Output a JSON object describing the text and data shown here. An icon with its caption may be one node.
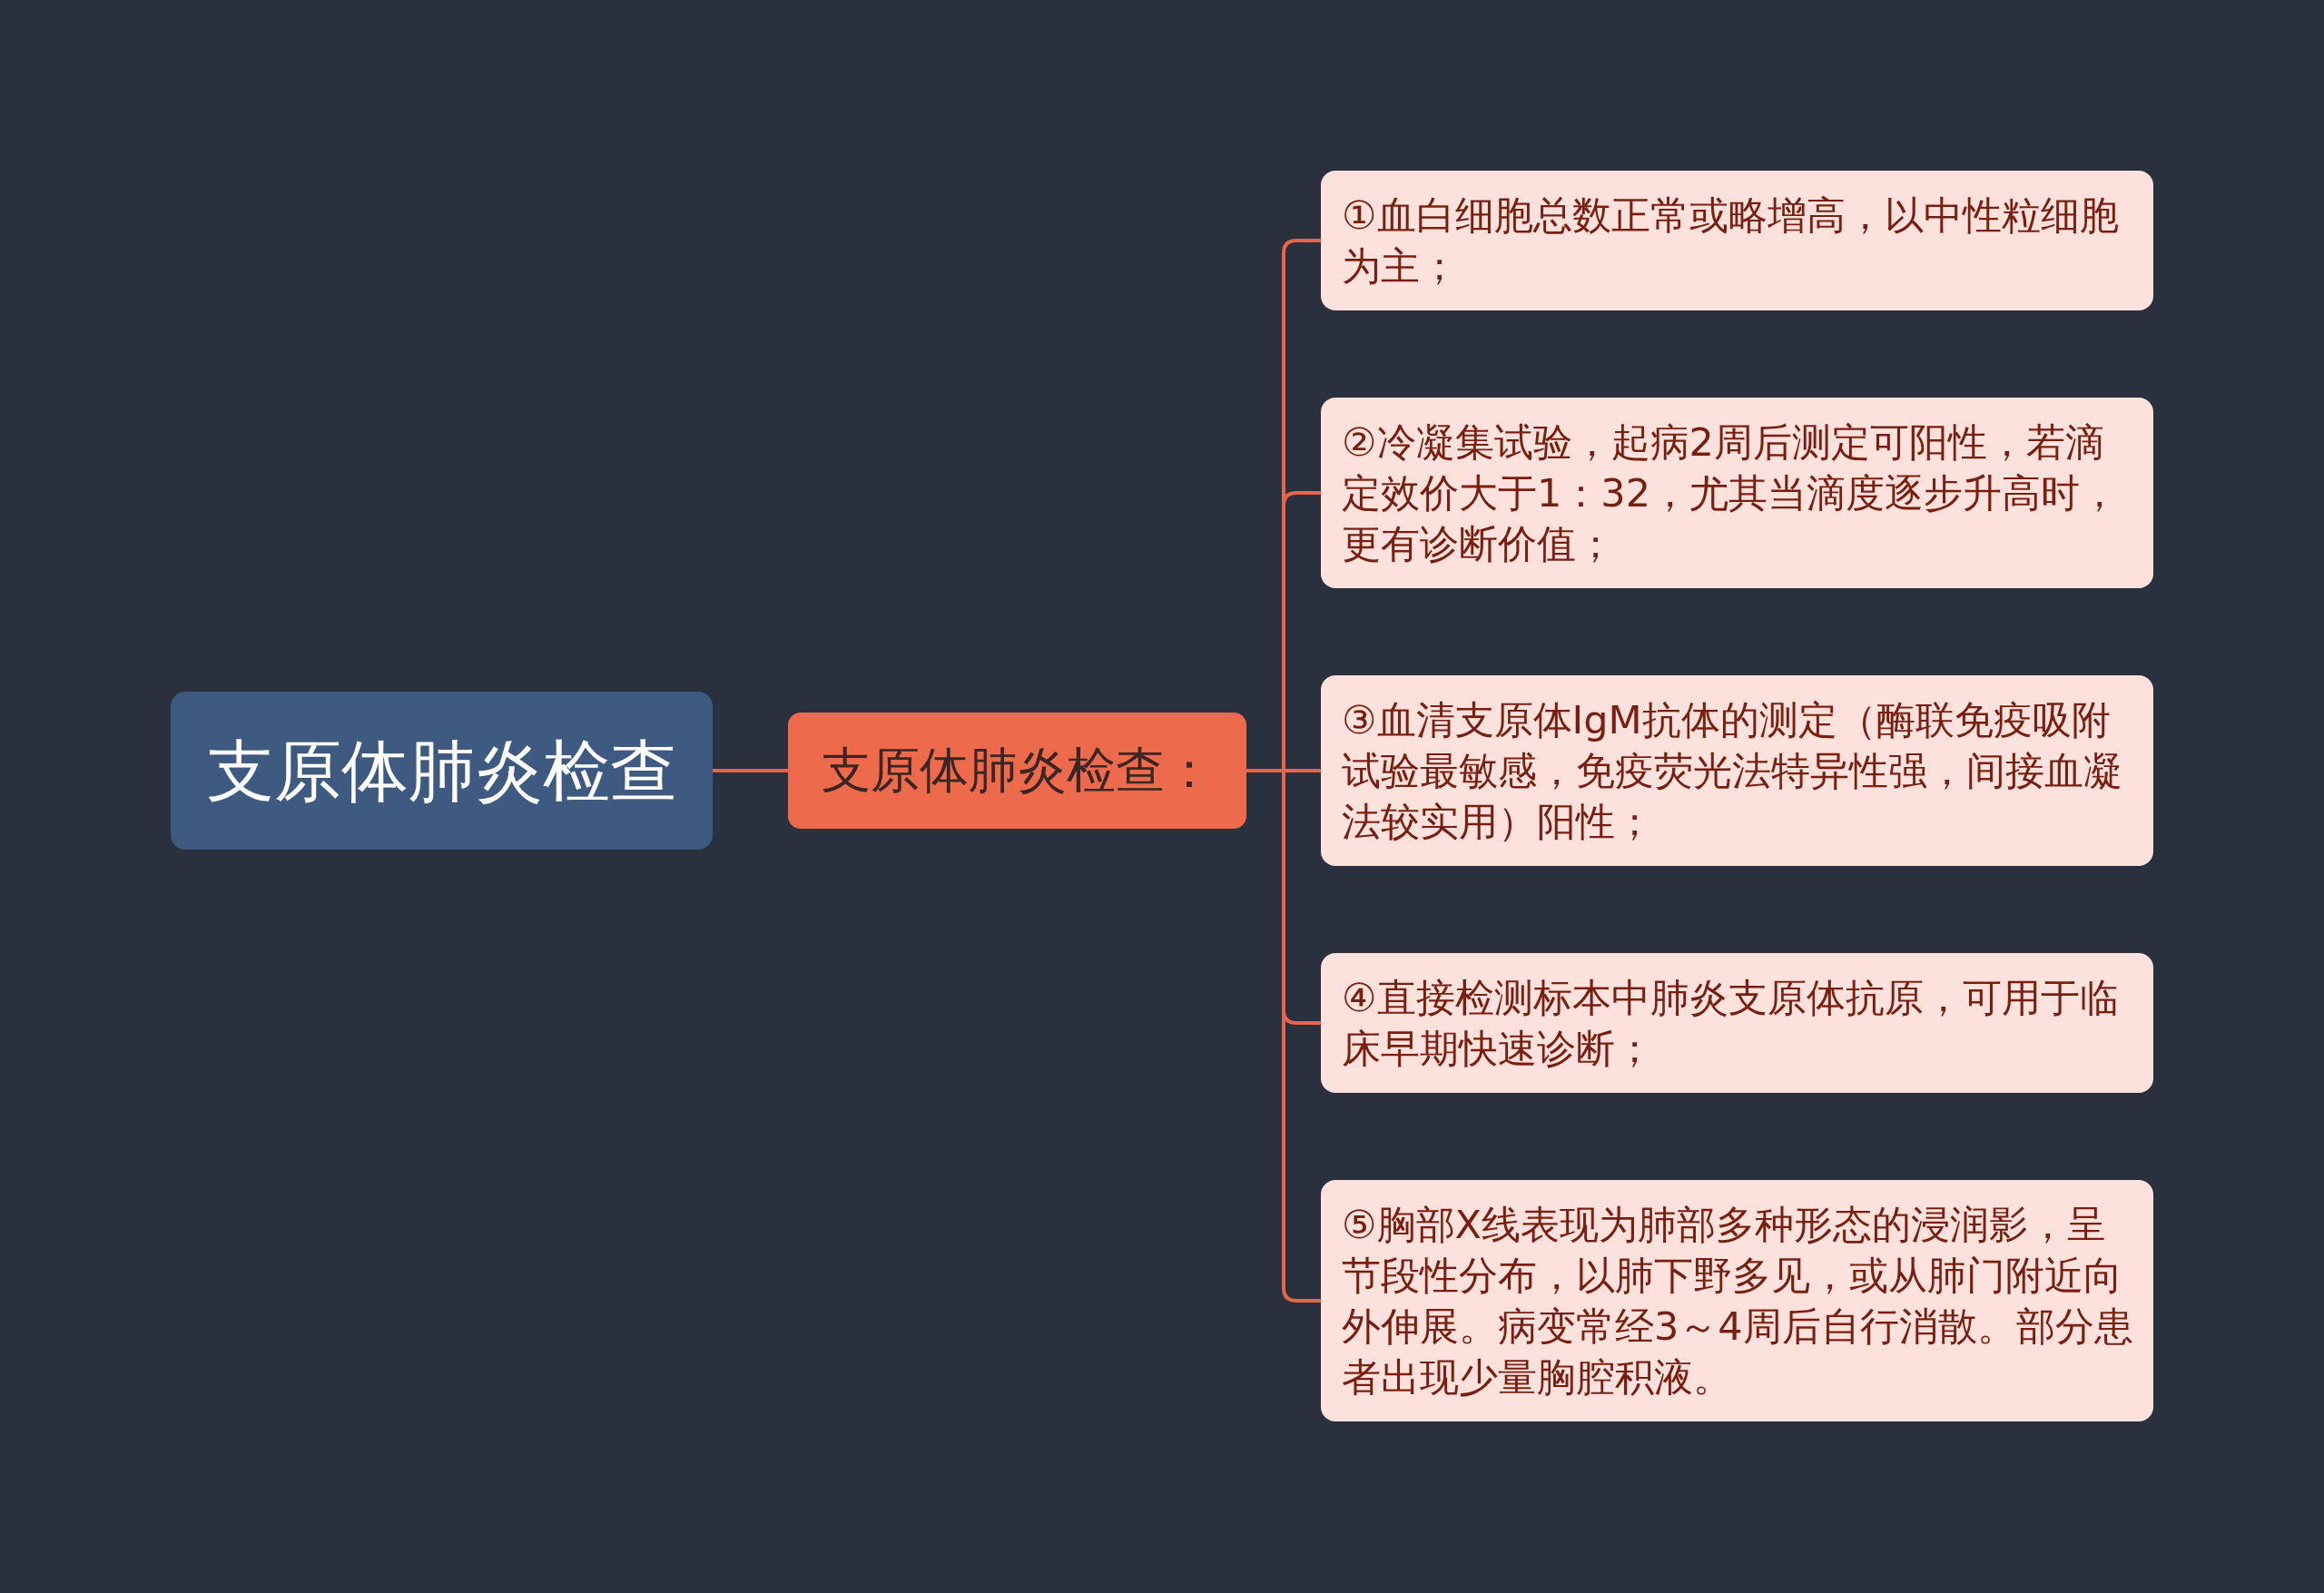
{
  "diagram": {
    "nodes": [
      {
        "text": [
          "支原体肺炎检查"
        ]
      },
      {
        "text": [
          "支原体肺炎检查："
        ]
      },
      {
        "text": [
          "①血白细胞总数正常或略增高，以中性粒细胞为主；"
        ]
      },
      {
        "text": [
          "②冷凝集试验，起病2周后测定可阳性，若滴定效价大于1：32，尤其当滴度逐步升高时，更有诊断价值；"
        ]
      },
      {
        "text": [
          "③血清支原体IgM抗体的测定（酶联免疫吸附试验最敏感，免疫荧光法特异性强，间接血凝法较实用）阳性；"
        ]
      },
      {
        "text": [
          "④直接检测标本中肺炎支原体抗原，可用于临床早期快速诊断；"
        ]
      },
      {
        "text": [
          "⑤胸部X线表现为肺部多种形态的浸润影，呈节段性分布，以肺下野多见，或从肺门附近向外伸展。病变常经3～4周后自行消散。部分患者出现少量胸腔积液。"
        ]
      }
    ],
    "edges": [
      {
        "from": 0,
        "to": 1,
        "arrow": "none"
      },
      {
        "from": 1,
        "to": 2,
        "arrow": "none"
      },
      {
        "from": 1,
        "to": 3,
        "arrow": "none"
      },
      {
        "from": 1,
        "to": 4,
        "arrow": "none"
      },
      {
        "from": 1,
        "to": 5,
        "arrow": "none"
      },
      {
        "from": 1,
        "to": 6,
        "arrow": "none"
      }
    ]
  }
}
